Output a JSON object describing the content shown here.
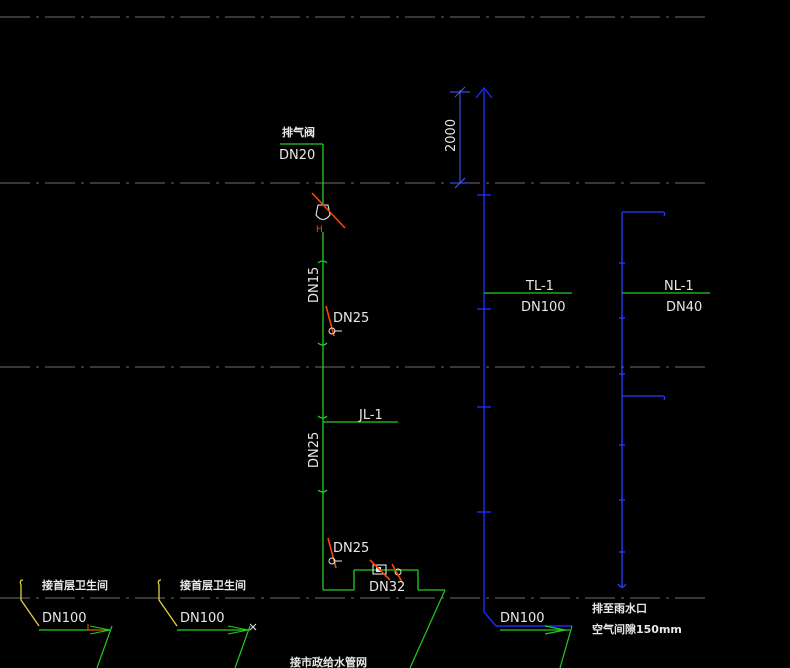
{
  "labels": {
    "vent_valve": "排气阀",
    "dn20": "DN20",
    "dn15": "DN15",
    "dn25_valve_upper": "DN25",
    "jl1": "JL-1",
    "dn25_pipe": "DN25",
    "dn25_valve_lower": "DN25",
    "dn32": "DN32",
    "dim_2000": "2000",
    "tl1": "TL-1",
    "tl1_dn": "DN100",
    "nl1": "NL-1",
    "nl1_dn": "DN40",
    "left1_note": "接首层卫生间",
    "left1_dn": "DN100",
    "left2_note": "接首层卫生间",
    "left2_dn": "DN100",
    "bottom_dn": "DN100",
    "rain_note_1": "排至雨水口",
    "rain_note_2": "空气间隙150mm",
    "bottom_cut_note": "接市政给水管网"
  },
  "colors": {
    "background": "#000000",
    "water_pipe": "#22cc22",
    "drain_pipe": "#1a2cff",
    "condensate_pipe": "#2a3cff",
    "slope_line": "#22cc22",
    "yellow_pipe": "#e0d040",
    "fixture": "#ff4400",
    "grid": "#6e6e6e",
    "text": "#e8e8e8"
  }
}
